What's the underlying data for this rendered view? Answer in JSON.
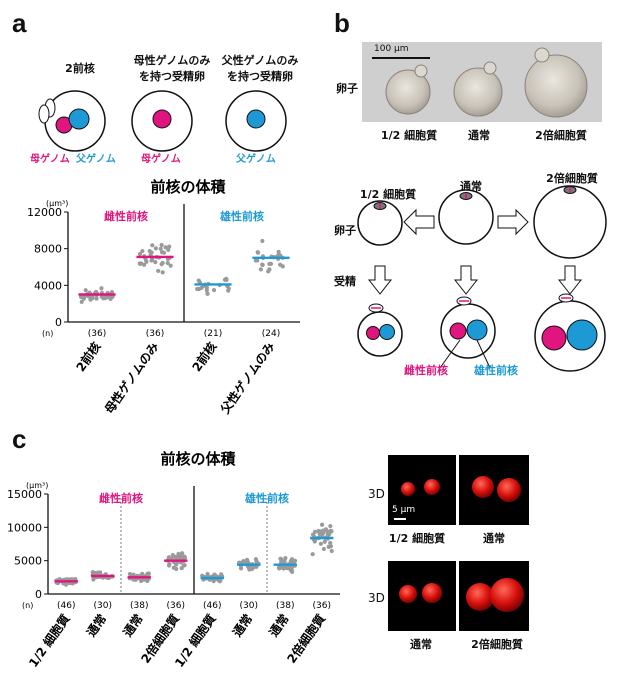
{
  "panels": {
    "a": "a",
    "b": "b",
    "c": "c"
  },
  "colors": {
    "maternal": "#e0157f",
    "paternal": "#1d9ad6",
    "dot": "#9a9a9a"
  },
  "panel_a": {
    "zygote_titles": [
      "2前核",
      "母性ゲノムのみ\nを持つ受精卵",
      "父性ゲノムのみ\nを持つ受精卵"
    ],
    "maternal_genome": "母ゲノム",
    "paternal_genome": "父ゲノム"
  },
  "panel_b": {
    "scale_bar": "100 µm",
    "row_egg": "卵子",
    "row_fert": "受精",
    "photo_labels": [
      "1/2 細胞質",
      "通常",
      "2倍細胞質"
    ],
    "diagram_labels": [
      "1/2 細胞質",
      "通常",
      "2倍細胞質"
    ],
    "female_pn": "雌性前核",
    "male_pn": "雄性前核"
  },
  "panel_c_images": {
    "row_label": "3D",
    "scale_bar": "5 µm",
    "top_labels": [
      "1/2 細胞質",
      "通常"
    ],
    "bottom_labels": [
      "通常",
      "2倍細胞質"
    ]
  },
  "chart_data": [
    {
      "type": "scatter",
      "title": "前核の体積",
      "ylabel": "(µm³)",
      "ylim": [
        0,
        12000
      ],
      "yticks": [
        "0",
        "4000",
        "8000",
        "12000"
      ],
      "n_prefix": "(n)",
      "group_labels": [
        "雌性前核",
        "雄性前核"
      ],
      "categories": [
        "2前核",
        "母性ゲノムのみ",
        "2前核",
        "父性ゲノムのみ"
      ],
      "n": [
        "(36)",
        "(36)",
        "(21)",
        "(24)"
      ],
      "series": [
        {
          "name": "雌性前核",
          "color": "#e0157f",
          "means": [
            3000,
            7100
          ]
        },
        {
          "name": "雄性前核",
          "color": "#1d9ad6",
          "means": [
            4100,
            7000
          ]
        }
      ],
      "grid": false
    },
    {
      "type": "scatter",
      "title": "前核の体積",
      "ylabel": "(µm³)",
      "ylim": [
        0,
        15000
      ],
      "yticks": [
        "0",
        "5000",
        "10000",
        "15000"
      ],
      "n_prefix": "(n)",
      "group_labels": [
        "雌性前核",
        "雄性前核"
      ],
      "categories": [
        "1/2 細胞質",
        "通常",
        "通常",
        "2倍細胞質",
        "1/2 細胞質",
        "通常",
        "通常",
        "2倍細胞質"
      ],
      "n": [
        "(46)",
        "(30)",
        "(38)",
        "(36)",
        "(46)",
        "(30)",
        "(38)",
        "(36)"
      ],
      "series": [
        {
          "name": "雌性前核",
          "color": "#e0157f",
          "means": [
            1900,
            2700,
            2500,
            5000
          ]
        },
        {
          "name": "雄性前核",
          "color": "#1d9ad6",
          "means": [
            2400,
            4400,
            4400,
            8400
          ]
        }
      ],
      "grid": false
    }
  ]
}
